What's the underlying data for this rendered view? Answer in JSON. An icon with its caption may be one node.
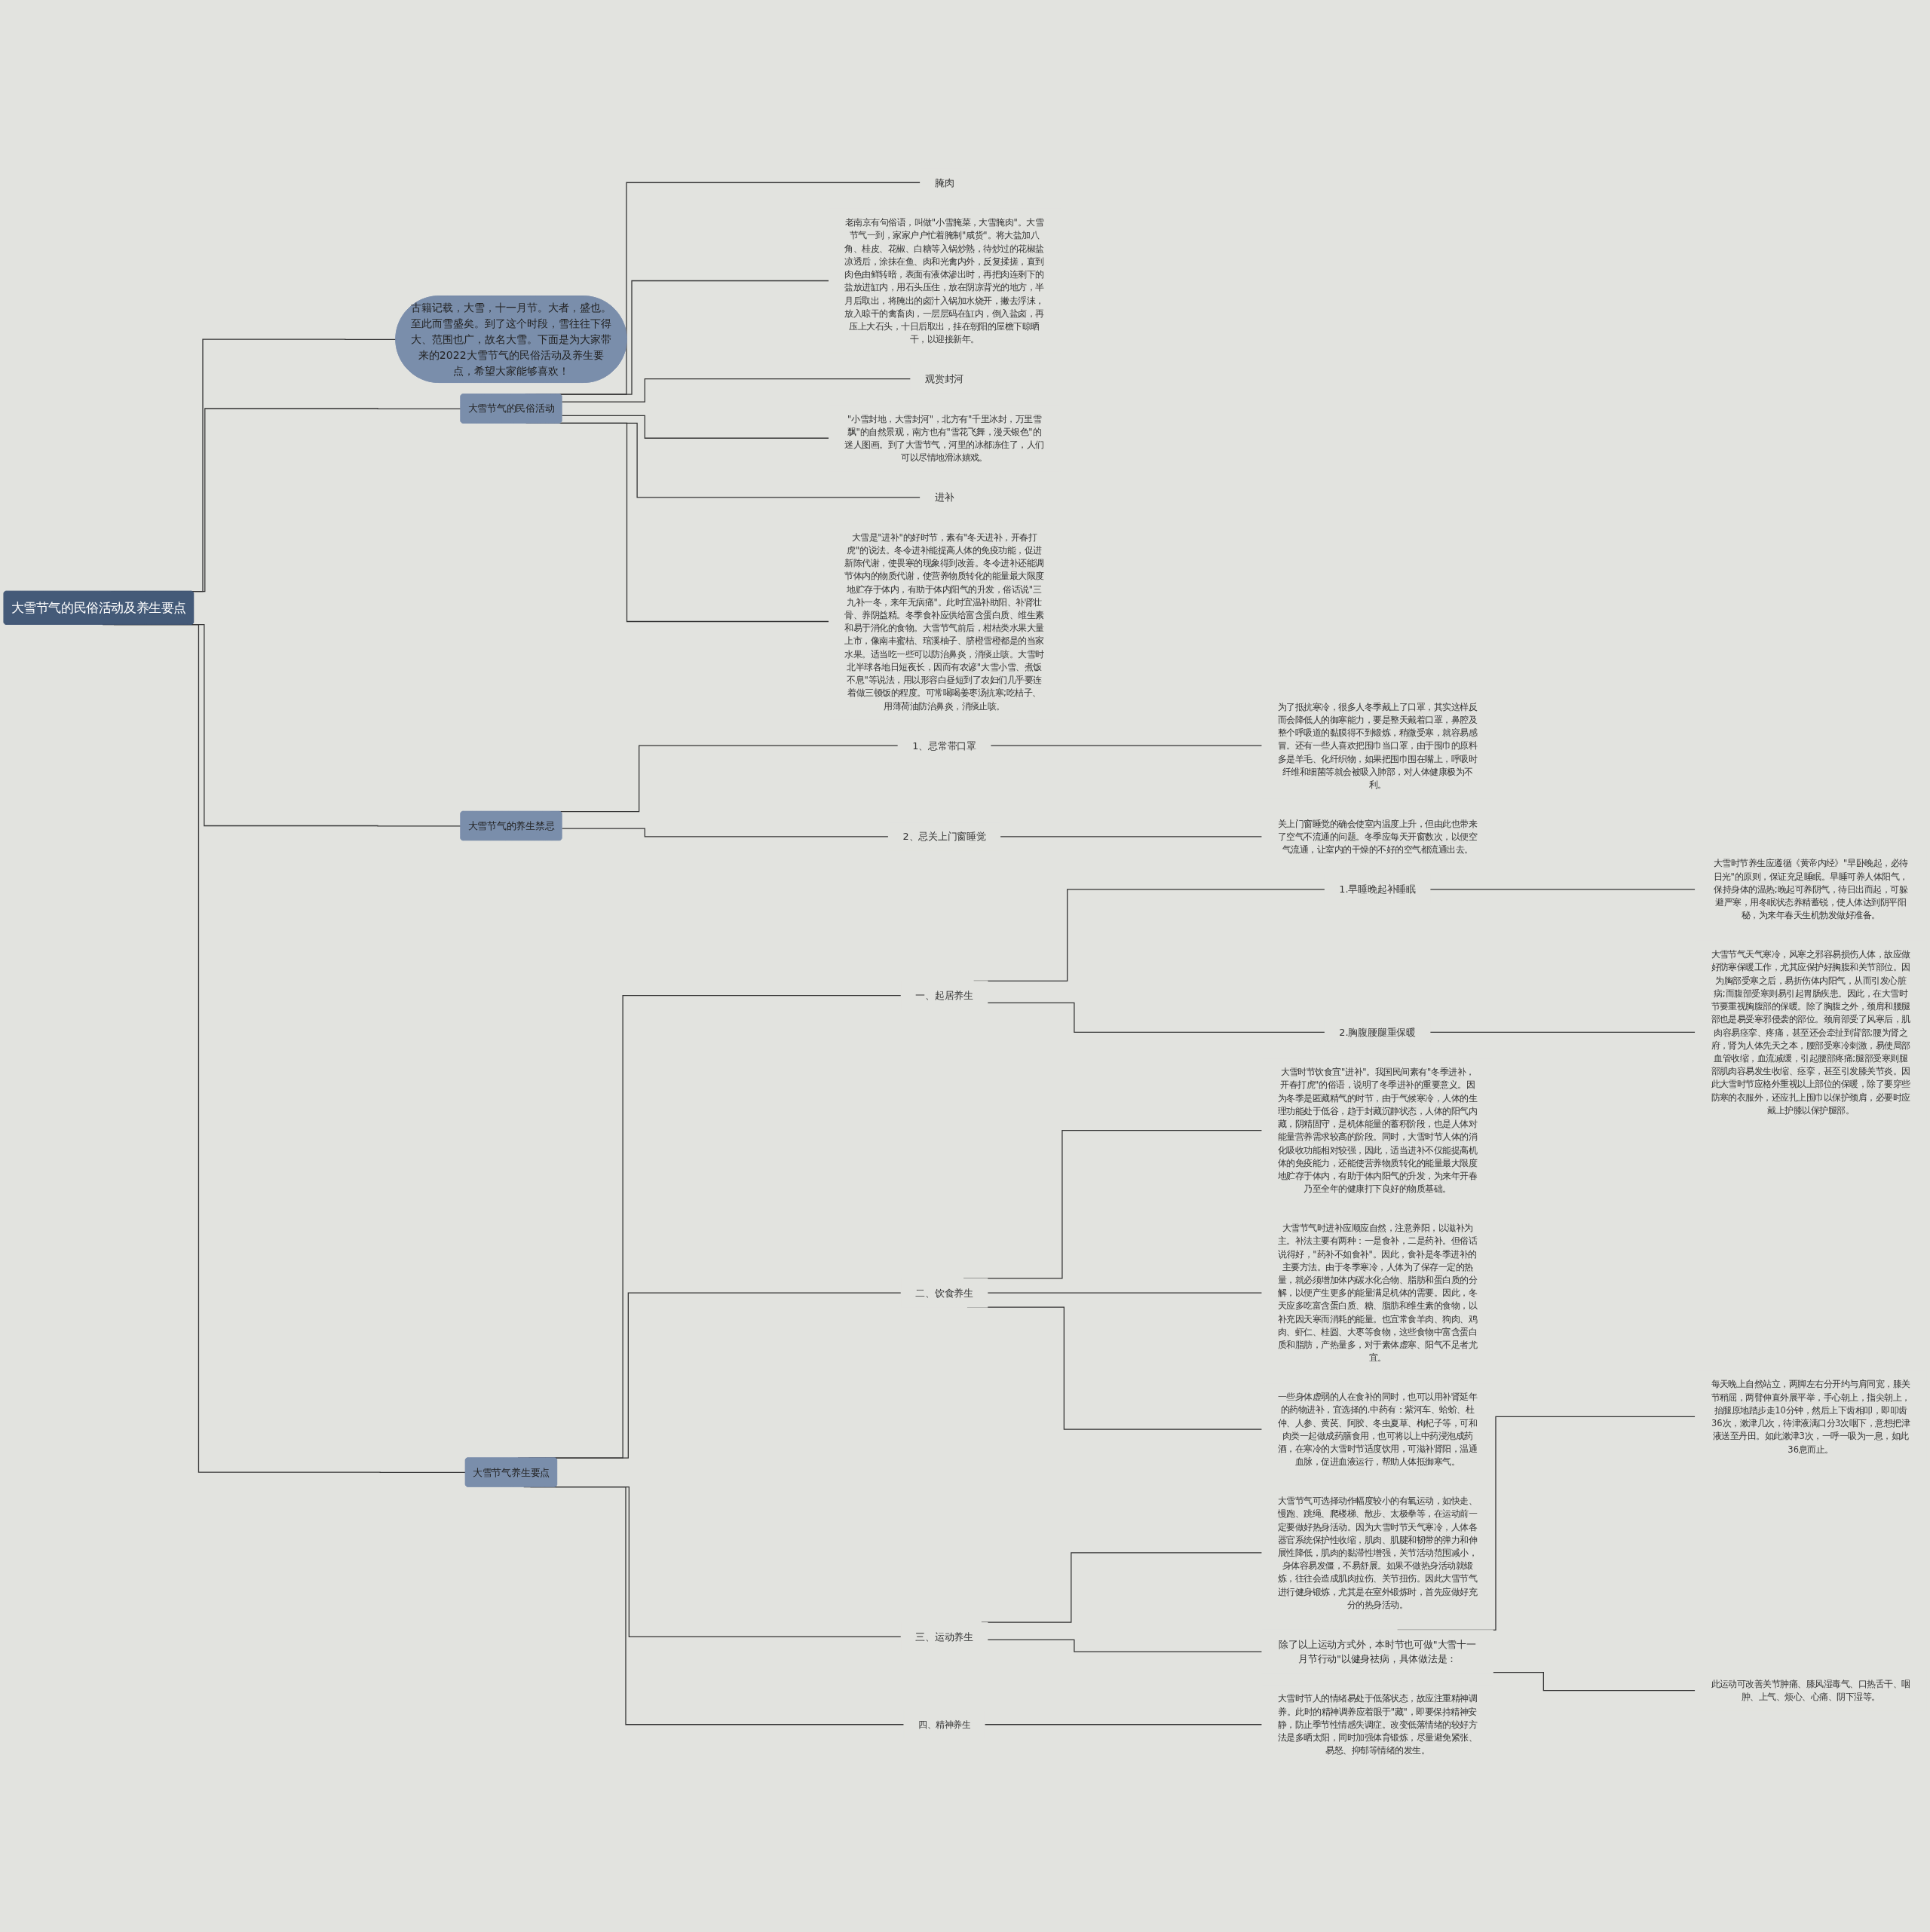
{
  "diagram": {
    "nodes": [
      {
        "text": [
          "大雪节气的民俗活动及养生要点"
        ]
      },
      {
        "text": [
          "古籍记载，大雪，十一月节。大者，盛也。至此而雪盛矣。到了这个时段，雪往往下得大、范围也广，故名大雪。下面是为大家带来的2022大雪节气的民俗活动及养生要点，希望大家能够喜欢！"
        ]
      },
      {
        "text": [
          "大雪节气的民俗活动"
        ]
      },
      {
        "text": [
          "腌肉"
        ]
      },
      {
        "text": [
          "老南京有句俗语，叫做\"小雪腌菜，大雪腌肉\"。大雪节气一到，家家户户忙着腌制\"咸货\"。将大盐加八角、桂皮、花椒、白糖等入锅炒熟，待炒过的花椒盐凉透后，涂抹在鱼、肉和光禽内外，反复揉搓，直到肉色由鲜转暗，表面有液体渗出时，再把肉连剩下的盐放进缸内，用石头压住，放在阴凉背光的地方，半月后取出，将腌出的卤汁入锅加水烧开，撇去浮沫，放入晾干的禽畜肉，一层层码在缸内，倒入盐卤，再压上大石头，十日后取出，挂在朝阳的屋檐下晾晒干，以迎接新年。"
        ]
      },
      {
        "text": [
          "观赏封河"
        ]
      },
      {
        "text": [
          "\"小雪封地，大雪封河\"，北方有\"千里冰封，万里雪飘\"的自然景观，南方也有\"雪花飞舞，漫天银色\"的迷人图画。到了大雪节气，河里的冰都冻住了，人们可以尽情地滑冰嬉戏。"
        ]
      },
      {
        "text": [
          "进补"
        ]
      },
      {
        "text": [
          "大雪是\"进补\"的好时节，素有\"冬天进补，开春打虎\"的说法。冬令进补能提高人体的免疫功能，促进新陈代谢，使畏寒的现象得到改善。冬令进补还能调节体内的物质代谢，使营养物质转化的能量最大限度地贮存于体内，有助于体内阳气的升发，俗话说\"三九补一冬，来年无病痛\"。此时宜温补助阳、补肾壮骨、养阴益精。冬季食补应供给富含蛋白质、维生素和易于消化的食物。大雪节气前后，柑桔类水果大量上市，像南丰蜜桔、琯溪柚子、脐橙雪橙都是的当家水果。适当吃一些可以防治鼻炎，消痰止咳。大雪时北半球各地日短夜长，因而有农谚\"大雪小雪、煮饭不息\"等说法，用以形容白昼短到了农妇们几乎要连着做三顿饭的程度。可常喝喝姜枣汤抗寒;吃桔子、用薄荷油防治鼻炎，消痰止咳。"
        ]
      },
      {
        "text": [
          "大雪节气的养生禁忌"
        ]
      },
      {
        "text": [
          "1、忌常带口罩"
        ]
      },
      {
        "text": [
          "为了抵抗寒冷，很多人冬季戴上了口罩，其实这样反而会降低人的御寒能力，要是整天戴着口罩，鼻腔及整个呼吸道的黏膜得不到锻炼，稍微受寒，就容易感冒。还有一些人喜欢把围巾当口罩，由于围巾的原料多是羊毛、化纤织物，如果把围巾围在嘴上，呼吸时纤维和细菌等就会被吸入肺部，对人体健康极为不利。"
        ]
      },
      {
        "text": [
          "2、忌关上门窗睡觉"
        ]
      },
      {
        "text": [
          "关上门窗睡觉的确会使室内温度上升，但由此也带来了空气不流通的问题。冬季应每天开窗数次，以便空气流通，让室内的干燥的不好的空气都流通出去。"
        ]
      },
      {
        "text": [
          "大雪节气养生要点"
        ]
      },
      {
        "text": [
          "一、起居养生"
        ]
      },
      {
        "text": [
          "1.早睡晚起补睡眠"
        ]
      },
      {
        "text": [
          "大雪时节养生应遵循《黄帝内经》\"早卧晚起，必待日光\"的原则，保证充足睡眠。早睡可养人体阳气，保持身体的温热;晚起可养阴气，待日出而起，可躲避严寒，用冬眠状态养精蓄锐，使人体达到阴平阳秘，为来年春天生机勃发做好准备。"
        ]
      },
      {
        "text": [
          "2.胸腹腰腿重保暖"
        ]
      },
      {
        "text": [
          "大雪节气天气寒冷，风寒之邪容易损伤人体，故应做好防寒保暖工作，尤其应保护好胸腹和关节部位。因为胸部受寒之后，易折伤体内阳气，从而引发心脏病;而腹部受寒则易引起胃肠疾患。因此，在大雪时节要重视胸腹部的保暖。除了胸腹之外，颈肩和腰腿部也是易受寒邪侵袭的部位。颈肩部受了风寒后，肌肉容易痉挛、疼痛，甚至还会牵扯到背部;腰为肾之府，肾为人体先天之本，腰部受寒冷刺激，易使局部血管收缩，血流减缓，引起腰部疼痛;腿部受寒则腿部肌肉容易发生收缩、痉挛，甚至引发膝关节炎。因此大雪时节应格外重视以上部位的保暖，除了要穿些防寒的衣服外，还应扎上围巾以保护颈肩，必要时应戴上护膝以保护腿部。"
        ]
      },
      {
        "text": [
          "二、饮食养生"
        ]
      },
      {
        "text": [
          "大雪时节饮食宜\"进补\"。我国民间素有\"冬季进补，开春打虎\"的俗语，说明了冬季进补的重要意义。因为冬季是匿藏精气的时节，由于气候寒冷，人体的生理功能处于低谷，趋于封藏沉静状态，人体的阳气内藏，阴精固守，是机体能量的蓄积阶段，也是人体对能量营养需求较高的阶段。同时，大雪时节人体的消化吸收功能相对较强，因此，适当进补不仅能提高机体的免疫能力，还能使营养物质转化的能量最大限度地贮存于体内，有助于体内阳气的升发，为来年开春乃至全年的健康打下良好的物质基础。"
        ]
      },
      {
        "text": [
          "大雪节气时进补应顺应自然，注意养阳，以滋补为主。补法主要有两种：一是食补，二是药补。但俗话说得好，\"药补不如食补\"。因此，食补是冬季进补的主要方法。由于冬季寒冷，人体为了保存一定的热量，就必须增加体内碳水化合物、脂肪和蛋白质的分解，以便产生更多的能量满足机体的需要。因此，冬天应多吃富含蛋白质、糖、脂肪和维生素的食物，以补充因天寒而消耗的能量。也宜常食羊肉、狗肉、鸡肉、虾仁、桂圆、大枣等食物，这些食物中富含蛋白质和脂肪，产热量多，对于素体虚寒、阳气不足者尤宜。"
        ]
      },
      {
        "text": [
          "一些身体虚弱的人在食补的同时，也可以用补肾延年的药物进补，宜选择的.中药有：紫河车、蛤蚧、杜仲、人参、黄芪、阿胶、冬虫夏草、枸杞子等，可和肉类一起做成药膳食用，也可将以上中药浸泡成药酒，在寒冷的大雪时节适度饮用，可滋补肾阳，温通血脉，促进血液运行，帮助人体抵御寒气。"
        ]
      },
      {
        "text": [
          "三、运动养生"
        ]
      },
      {
        "text": [
          "大雪节气可选择动作幅度较小的有氧运动，如快走、慢跑、跳绳、爬楼梯、散步、太极拳等，在运动前一定要做好热身活动。因为大雪时节天气寒冷，人体各器官系统保护性收缩，肌肉、肌腱和韧带的弹力和伸展性降低，肌肉的黏滞性增强，关节活动范围减小，身体容易发僵，不易舒展。如果不做热身活动就锻炼，往往会造成肌肉拉伤、关节扭伤。因此大雪节气进行健身锻炼，尤其是在室外锻炼时，首先应做好充分的热身活动。"
        ]
      },
      {
        "text": [
          "除了以上运动方式外，本时节也可做\"大雪十一月节行动\"以健身祛病，具体做法是："
        ]
      },
      {
        "text": [
          "每天晚上自然站立，两脚左右分开约与肩同宽，膝关节稍屈，两臂伸直外展平举，手心朝上，指尖朝上，抬腿原地踏步走10分钟，然后上下齿相叩，即叩齿36次，漱津几次，待津液满口分3次咽下，意想把津液送至丹田。如此漱津3次，一呼一吸为一息，如此36息而止。"
        ]
      },
      {
        "text": [
          "此运动可改善关节肿痛、膝风湿毒气、口热舌干、咽肿、上气、烦心、心痛、阴下湿等。"
        ]
      },
      {
        "text": [
          "四、精神养生"
        ]
      },
      {
        "text": [
          "大雪时节人的情绪易处于低落状态，故应注重精神调养。此时的精神调养应着眼于\"藏\"，即要保持精神安静，防止季节性情感失调症。改变低落情绪的较好方法是多晒太阳，同时加强体育锻炼，尽量避免紧张、易怒、抑郁等情绪的发生。"
        ]
      }
    ],
    "edges": [
      {
        "from": 0,
        "to": 1,
        "arrow": "none"
      },
      {
        "from": 0,
        "to": 2,
        "arrow": "none"
      },
      {
        "from": 2,
        "to": 3,
        "arrow": "none"
      },
      {
        "from": 2,
        "to": 4,
        "arrow": "none"
      },
      {
        "from": 2,
        "to": 5,
        "arrow": "none"
      },
      {
        "from": 2,
        "to": 6,
        "arrow": "none"
      },
      {
        "from": 2,
        "to": 7,
        "arrow": "none"
      },
      {
        "from": 2,
        "to": 8,
        "arrow": "none"
      },
      {
        "from": 0,
        "to": 9,
        "arrow": "none"
      },
      {
        "from": 9,
        "to": 10,
        "arrow": "none"
      },
      {
        "from": 10,
        "to": 11,
        "arrow": "none"
      },
      {
        "from": 9,
        "to": 12,
        "arrow": "none"
      },
      {
        "from": 12,
        "to": 13,
        "arrow": "none"
      },
      {
        "from": 0,
        "to": 14,
        "arrow": "none"
      },
      {
        "from": 14,
        "to": 15,
        "arrow": "none"
      },
      {
        "from": 15,
        "to": 16,
        "arrow": "none"
      },
      {
        "from": 16,
        "to": 17,
        "arrow": "none"
      },
      {
        "from": 15,
        "to": 18,
        "arrow": "none"
      },
      {
        "from": 18,
        "to": 19,
        "arrow": "none"
      },
      {
        "from": 14,
        "to": 20,
        "arrow": "none"
      },
      {
        "from": 20,
        "to": 21,
        "arrow": "none"
      },
      {
        "from": 20,
        "to": 22,
        "arrow": "none"
      },
      {
        "from": 20,
        "to": 23,
        "arrow": "none"
      },
      {
        "from": 14,
        "to": 24,
        "arrow": "none"
      },
      {
        "from": 24,
        "to": 25,
        "arrow": "none"
      },
      {
        "from": 24,
        "to": 26,
        "arrow": "none"
      },
      {
        "from": 26,
        "to": 27,
        "arrow": "none"
      },
      {
        "from": 26,
        "to": 28,
        "arrow": "none"
      },
      {
        "from": 14,
        "to": 29,
        "arrow": "none"
      },
      {
        "from": 29,
        "to": 30,
        "arrow": "none"
      }
    ]
  }
}
